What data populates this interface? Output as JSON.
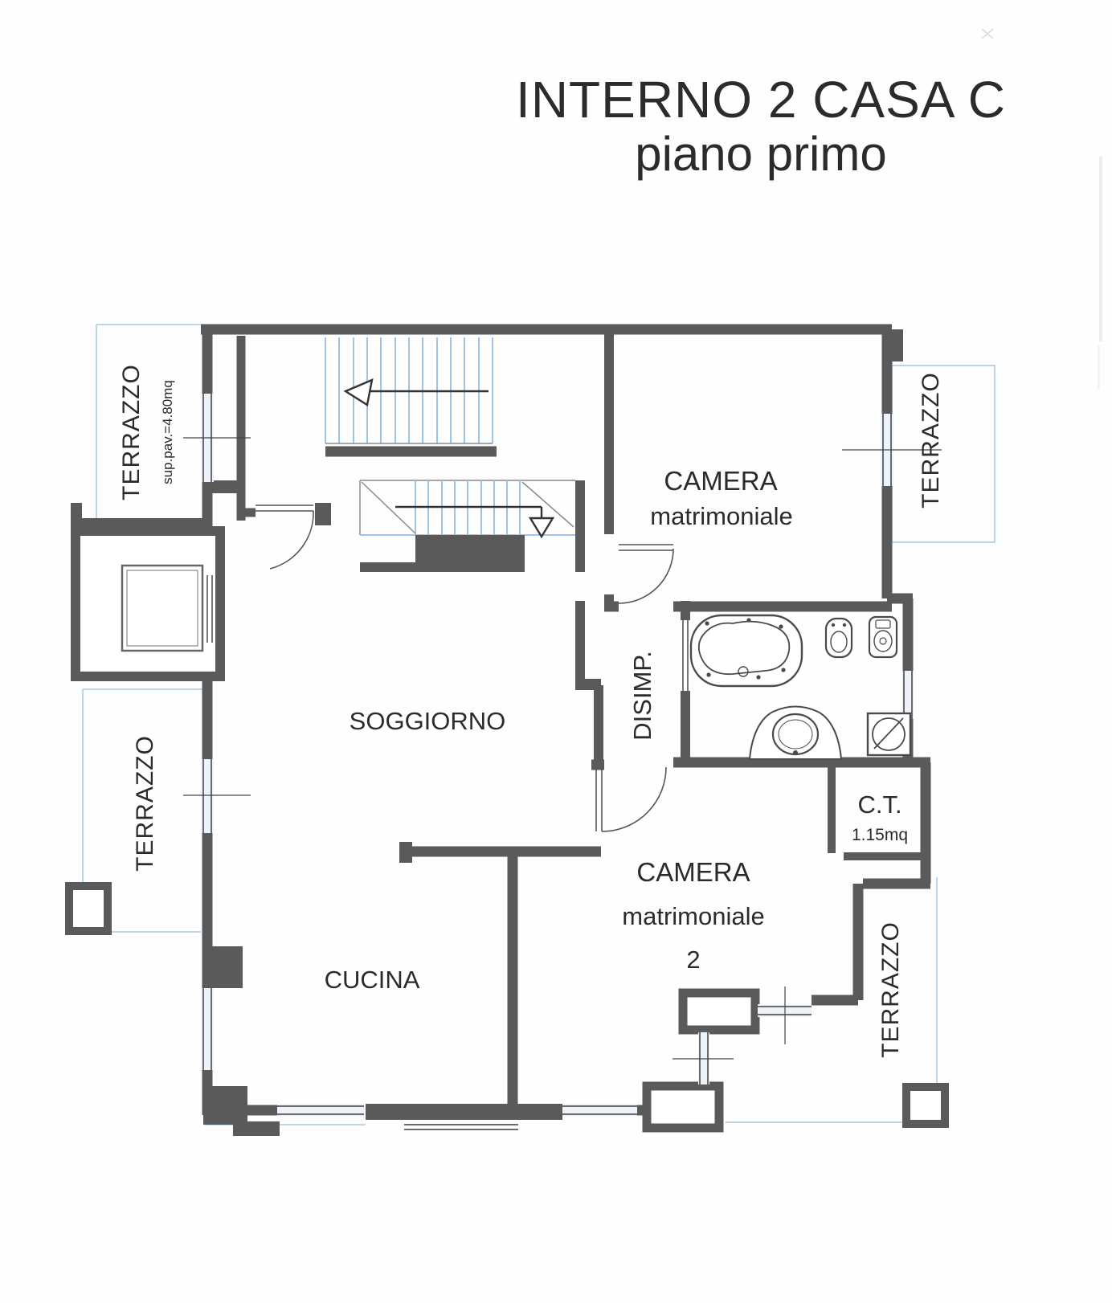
{
  "title": {
    "line1": "INTERNO 2  CASA C",
    "line2": "piano primo"
  },
  "rooms": {
    "soggiorno": "SOGGIORNO",
    "cucina": "CUCINA",
    "camera1": {
      "l1": "CAMERA",
      "l2": "matrimoniale"
    },
    "camera2": {
      "l1": "CAMERA",
      "l2": "matrimoniale",
      "l3": "2"
    },
    "disimpegno": "DISIMP.",
    "ct": {
      "label": "C.T.",
      "area": "1.15mq"
    }
  },
  "terraces": {
    "top_left": {
      "label": "TERRAZZO",
      "area": "sup.pav.=4.80mq"
    },
    "right": {
      "label": "TERRAZZO"
    },
    "left": {
      "label": "TERRAZZO"
    },
    "bottom_right": {
      "label": "TERRAZZO"
    }
  },
  "colors": {
    "wall": "#5a5a5a",
    "terrace_outline": "#a9c9e2",
    "stair_tread": "#9dc4e4",
    "text": "#2b2b2b",
    "paper": "#fefefe"
  }
}
